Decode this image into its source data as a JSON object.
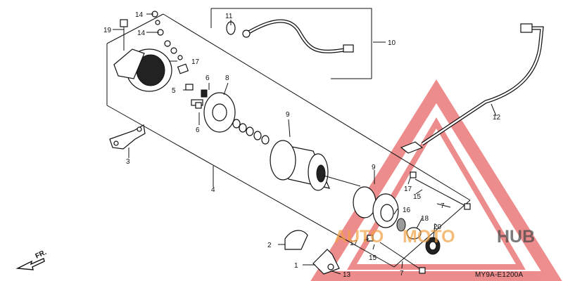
{
  "callouts": {
    "c1": "1",
    "c2": "2",
    "c3": "3",
    "c4": "4",
    "c5": "5",
    "c6a": "6",
    "c6b": "6",
    "c7a": "7",
    "c7b": "7",
    "c8": "8",
    "c9a": "9",
    "c9b": "9",
    "c10": "10",
    "c11": "11",
    "c12": "12",
    "c13": "13",
    "c14a": "14",
    "c14b": "14",
    "c15a": "15",
    "c15b": "15",
    "c16": "16",
    "c17a": "17",
    "c17b": "17",
    "c17c": "17",
    "c18": "18",
    "c19": "19",
    "c20": "20"
  },
  "front_indicator": "FR.",
  "diagram_code": "MY9A-E1200A",
  "watermark": {
    "text_a": "AUTO",
    "text_b": "MOTO",
    "text_c": "HUB",
    "color_red": "#e03030",
    "color_orange": "#f0a040",
    "color_gray": "#444444"
  }
}
